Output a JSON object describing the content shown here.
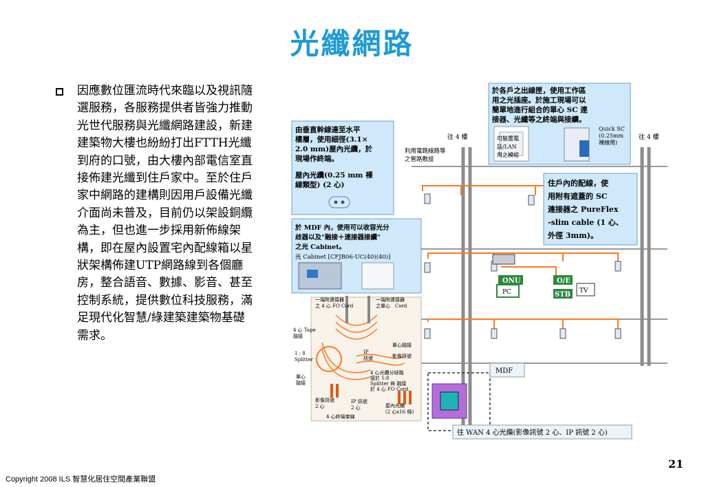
{
  "slide": {
    "title": "光纖網路",
    "body_text": "因應數位匯流時代來臨以及視訊隨選服務，各服務提供者皆強力推動光世代服務與光纖網路建設，新建建築物大樓也紛紛打出FTTH光纖到府的口號，由大樓內部電信室直接佈建光纖到住戶家中。至於住戶家中網路的建構則因用戶設備光纖介面尚未普及，目前仍以架設銅纜為主，但也進一步採用新佈線架構，即在屋內設置宅內配線箱以星狀架構佈建UTP網路線到各個廳房，整合語音、數據、影音、甚至控制系統，提供數位科技服務，滿足現代化智慧/綠建築建築物基礎需求。",
    "page_number": "21",
    "copyright": "Copyright 2008 ILS 智慧化居住空間產業聯盟"
  },
  "diagram": {
    "callout_outlet": [
      "於各戶之出線匣，使用工作區",
      "用之光插座。於施工現場可以",
      "簡單地進行組合的單心 SC 連",
      "接器、光纖等之終端與接續。"
    ],
    "quick_sc": [
      "Quick SC",
      "(0.25mm",
      "裸線用)"
    ],
    "lan_module": [
      "可裝置電",
      "話/LAN",
      "用之模組"
    ],
    "callout_riser": [
      "由垂直幹線達至水平",
      "樓層，使用細徑(3.1×",
      "2.0 mm)屋內光纜，於",
      "現場作終端。"
    ],
    "callout_indoor_cable": [
      "屋內光纜(0.25 mm 裸",
      "線類型) (2 心)"
    ],
    "callout_pureflex": [
      "住戶內的配線，使",
      "用附有遮蓋的 SC",
      "連接器之 PureFlex",
      "-slim cable (1 心、",
      "外徑 3mm)。"
    ],
    "callout_mdf": [
      "於 MDF 內，使用可以收容光分",
      "歧器以及\"融接＋連接器接續\"",
      "之光 Cabinet。",
      "光 Cabinet [CFJB06-UC(40)(40)]"
    ],
    "upper_floor_left": "往 4 樓",
    "upper_floor_right": "往 4 樓",
    "riser_note": [
      "利用電路線路等",
      "之管路敷設"
    ],
    "device_onu": "ONU",
    "device_pc": "PC",
    "device_oe": "O/E",
    "device_stb": "STB",
    "device_tv": "TV",
    "mdf_label": "MDF",
    "wan_label": "往 WAN 4 心光纜(影像訊號 2 心、IP 訊號 2 心)",
    "cabinet_labels": {
      "connector_left": [
        "一端附連接器",
        "之 4 心 FO Cord"
      ],
      "connector_right": [
        "一端附連接器",
        "之單心　Cord"
      ],
      "tape_splice": [
        "4 心 Tape",
        "融接"
      ],
      "splitter": [
        "1 : 8",
        "Splitter"
      ],
      "single_splice_left": [
        "單心",
        "融接"
      ],
      "single_splice_right": "單心融接",
      "video_signal_top": "影像訊號",
      "ip_signal_top": [
        "IP",
        "訊號"
      ],
      "splitter_note": [
        "4 心光纜分歧融",
        "接於 1:8",
        "Splitter 與 融接",
        "於 4 心 FO Cord"
      ],
      "video_signal_bottom": [
        "影像訊號",
        "2 心"
      ],
      "ip_signal_bottom": [
        "IP 訊號",
        "2 心"
      ],
      "indoor_fiber": [
        "屋內光纜",
        "(2 心x16 條)"
      ],
      "fiber_terminal": "4 心終端束線"
    }
  }
}
